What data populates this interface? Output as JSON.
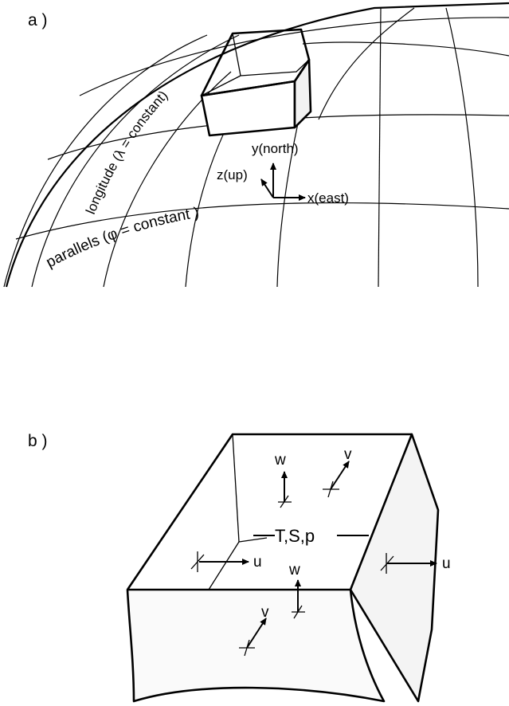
{
  "panel_a": {
    "label": "a )",
    "longitude_label": "longitude (λ = constant)",
    "parallels_label": "parallels (φ = constant )",
    "axis_north": "y(north)",
    "axis_up": "z(up)",
    "axis_east": "x(east)"
  },
  "panel_b": {
    "label": "b )",
    "scalars": "T,S,p",
    "u_left": "u",
    "u_right": "u",
    "w_top": "w",
    "w_bottom": "w",
    "v_top": "v",
    "v_bottom": "v"
  }
}
